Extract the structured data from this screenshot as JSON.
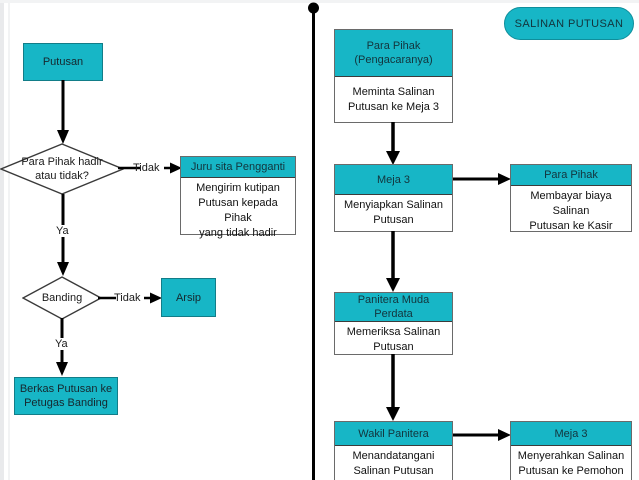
{
  "title_pill": {
    "label": "SALINAN PUTUSAN"
  },
  "colors": {
    "teal": "#17b6c6",
    "teal_border": "#127d88",
    "box_border": "#6a6a6a",
    "text": "#13343c",
    "background": "#ffffff",
    "connector": "#000000"
  },
  "left_flow": {
    "nodes": [
      {
        "id": "putusan",
        "type": "solid-box",
        "label": "Putusan"
      },
      {
        "id": "hadir",
        "type": "decision",
        "label": "Para Pihak hadir\natau tidak?"
      },
      {
        "id": "jurusita",
        "type": "split-box",
        "header": "Juru sita Pengganti",
        "body": "Mengirim kutipan\nPutusan kepada Pihak\nyang tidak hadir"
      },
      {
        "id": "banding",
        "type": "decision",
        "label": "Banding"
      },
      {
        "id": "arsip",
        "type": "solid-box",
        "label": "Arsip"
      },
      {
        "id": "berkas",
        "type": "solid-box",
        "label": "Berkas Putusan ke\nPetugas Banding"
      }
    ],
    "edges": [
      {
        "from": "putusan",
        "to": "hadir",
        "label": ""
      },
      {
        "from": "hadir",
        "to": "jurusita",
        "label": "Tidak"
      },
      {
        "from": "hadir",
        "to": "banding",
        "label": "Ya"
      },
      {
        "from": "banding",
        "to": "arsip",
        "label": "Tidak"
      },
      {
        "from": "banding",
        "to": "berkas",
        "label": "Ya"
      }
    ]
  },
  "right_flow": {
    "nodes": [
      {
        "id": "para-pihak-pengacara",
        "type": "split-box",
        "header": "Para Pihak\n(Pengacaranya)",
        "body": "Meminta Salinan\nPutusan ke Meja 3"
      },
      {
        "id": "meja3-siap",
        "type": "split-box",
        "header": "Meja 3",
        "body": "Menyiapkan Salinan\nPutusan"
      },
      {
        "id": "para-pihak-bayar",
        "type": "split-box",
        "header": "Para Pihak",
        "body": "Membayar biaya Salinan\nPutusan ke Kasir"
      },
      {
        "id": "panitera-muda",
        "type": "split-box",
        "header": "Panitera Muda Perdata",
        "body": "Memeriksa Salinan\nPutusan"
      },
      {
        "id": "wakil-panitera",
        "type": "split-box",
        "header": "Wakil Panitera",
        "body": "Menandatangani\nSalinan Putusan"
      },
      {
        "id": "meja3-serah",
        "type": "split-box",
        "header": "Meja 3",
        "body": "Menyerahkan Salinan\nPutusan ke Pemohon"
      }
    ],
    "edges": [
      {
        "from": "para-pihak-pengacara",
        "to": "meja3-siap",
        "label": ""
      },
      {
        "from": "meja3-siap",
        "to": "para-pihak-bayar",
        "label": ""
      },
      {
        "from": "meja3-siap",
        "to": "panitera-muda",
        "label": ""
      },
      {
        "from": "panitera-muda",
        "to": "wakil-panitera",
        "label": ""
      },
      {
        "from": "wakil-panitera",
        "to": "meja3-serah",
        "label": ""
      }
    ]
  },
  "labels": {
    "tidak_1": "Tidak",
    "ya_1": "Ya",
    "tidak_2": "Tidak",
    "ya_2": "Ya"
  }
}
